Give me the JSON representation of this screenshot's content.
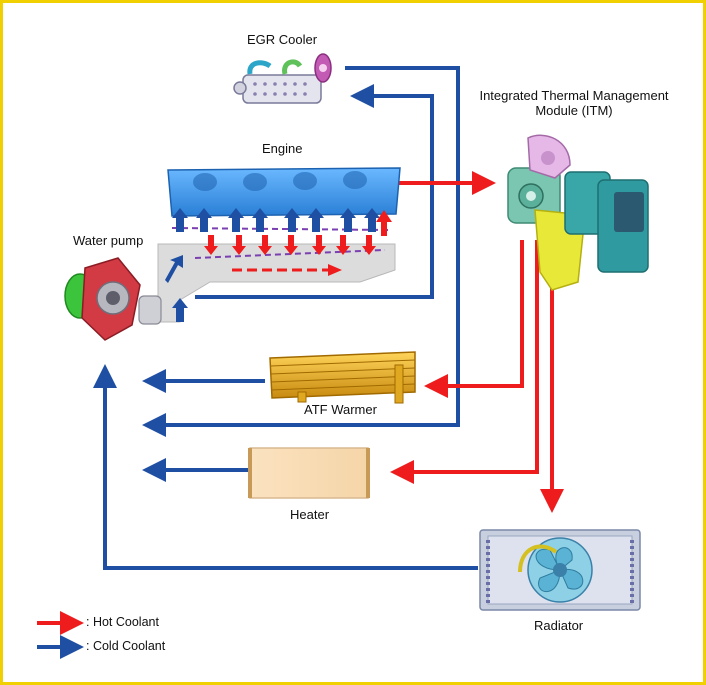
{
  "components": {
    "egr_cooler": "EGR Cooler",
    "engine": "Engine",
    "itm_line1": "Integrated Thermal Management",
    "itm_line2": "Module (ITM)",
    "water_pump": "Water pump",
    "atf_warmer": "ATF Warmer",
    "heater": "Heater",
    "radiator": "Radiator"
  },
  "legend": {
    "hot": ": Hot Coolant",
    "cold": ": Cold Coolant"
  },
  "colors": {
    "hot": "#ee1c1c",
    "cold": "#1f4fa3",
    "frame": "#f0d000"
  }
}
